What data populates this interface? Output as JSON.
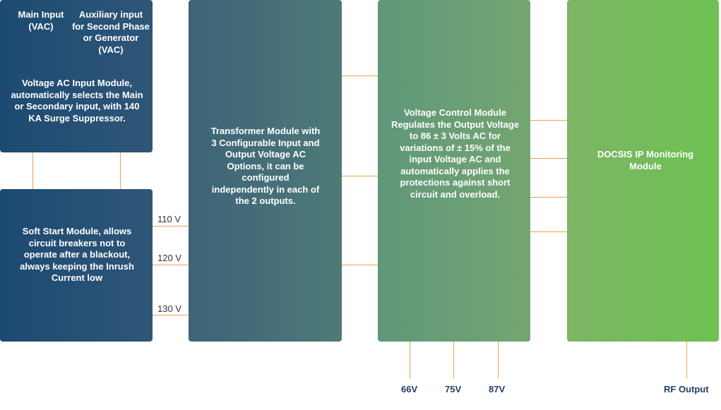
{
  "ac_input_module": {
    "main_input": "Main  Input (VAC)",
    "auxiliary_input": "Auxiliary input for Second Phase or Generator (VAC)",
    "description": "Voltage AC Input Module, automatically selects the Main or Secondary input, with 140 KA Surge Suppressor."
  },
  "soft_start_module": {
    "description": "Soft Start Module, allows circuit breakers not to operate after a blackout, always keeping the Inrush Current low"
  },
  "transformer_module": {
    "description": "Transformer Module with 3 Configurable Input and Output Voltage AC Options, it can be configured independently in each of the 2 outputs."
  },
  "voltage_control_module": {
    "description": "Voltage Control Module Regulates the Output Voltage to 86 ± 3 Volts AC for variations of ± 15% of the input Voltage AC and automatically applies the protections against short circuit and overload."
  },
  "docsis_module": {
    "description": "DOCSIS IP Monitoring Module"
  },
  "input_voltages": [
    "110 V",
    "120 V",
    "130 V"
  ],
  "output_voltages": [
    "66V",
    "75V",
    "87V"
  ],
  "rf_output": "RF Output",
  "colors": {
    "connector": "#e8a44a",
    "dark_blue": "#1d4a72",
    "teal": "#4e7a78",
    "mid_green": "#6a9f75",
    "bright_green": "#6ec152",
    "bottom_label": "#1f3f66"
  }
}
